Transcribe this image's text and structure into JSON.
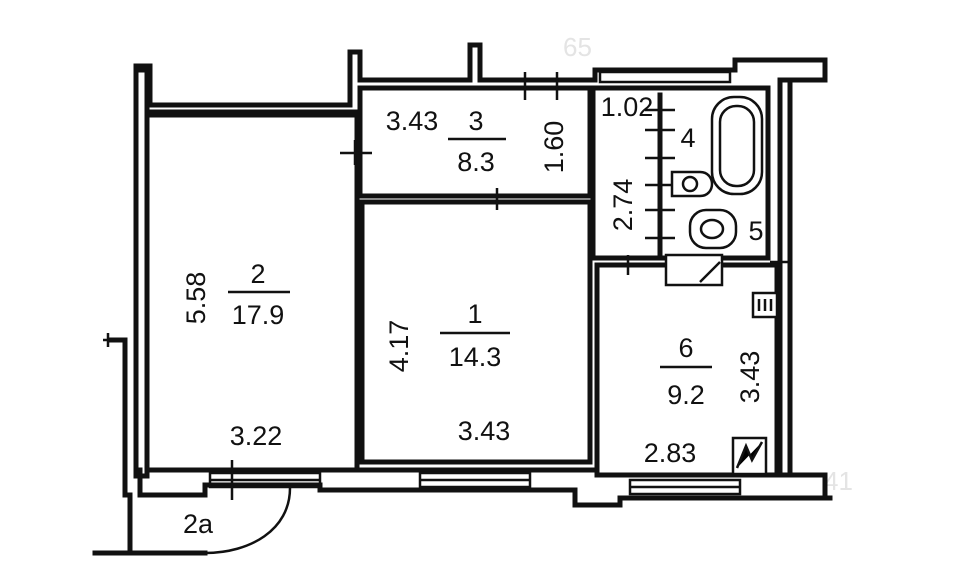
{
  "rooms": {
    "room1": {
      "number": "1",
      "area": "14.3",
      "dim_width": "3.43",
      "dim_length": "4.17"
    },
    "room2": {
      "number": "2",
      "area": "17.9",
      "dim_width": "3.22",
      "dim_length": "5.58"
    },
    "room2a": {
      "number": "2a"
    },
    "room3": {
      "number": "3",
      "area": "8.3",
      "dim_width": "3.43",
      "dim_length": "1.60"
    },
    "room4": {
      "number": "4",
      "dim_width": "1.02",
      "dim_length": "2.74"
    },
    "room5": {
      "number": "5"
    },
    "room6": {
      "number": "6",
      "area": "9.2",
      "dim_width": "2.83",
      "dim_length": "3.43"
    }
  },
  "watermark": {
    "top": "65",
    "right": "41"
  },
  "icons": [
    "bathtub-icon",
    "toilet-icon",
    "sink-icon",
    "stove-icon",
    "ventilation-icon"
  ]
}
